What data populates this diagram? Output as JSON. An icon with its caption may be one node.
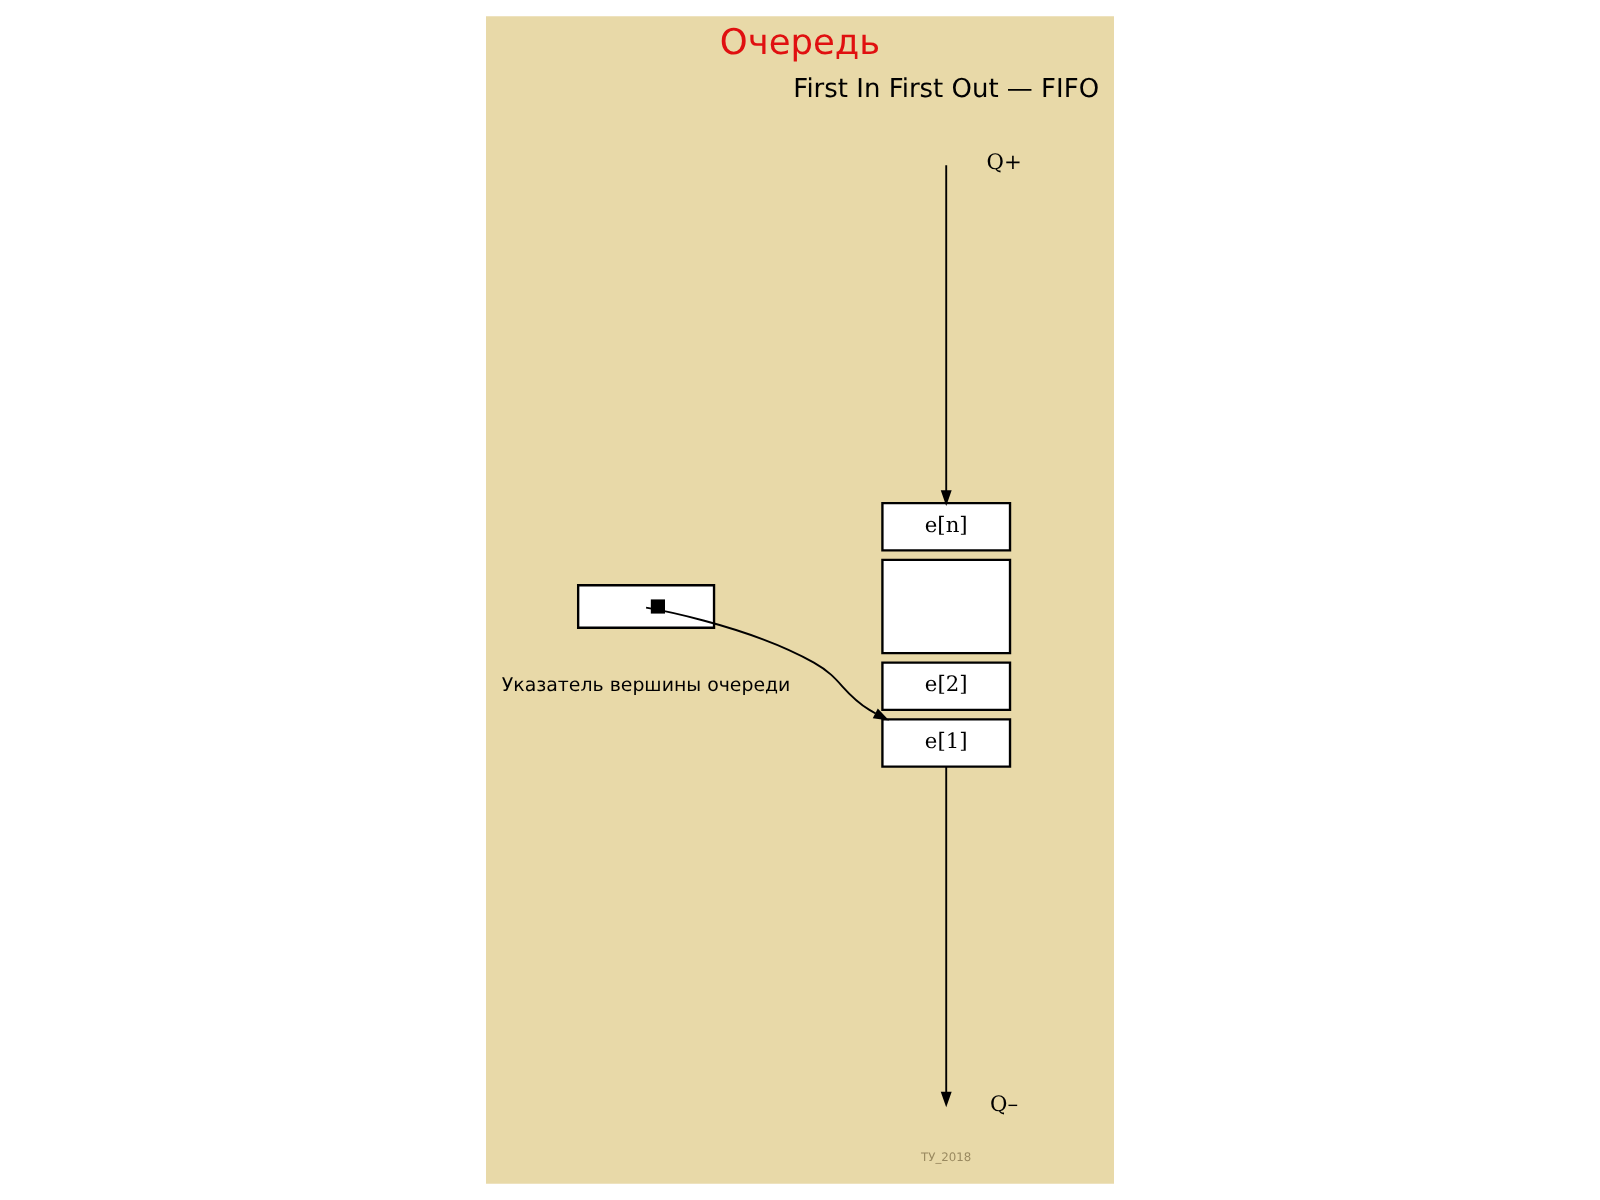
{
  "diagram": {
    "title": "Очередь",
    "nodes": [
      {
        "text": [],
        "shape": "box",
        "beside": [
          "Указатель вершины очереди"
        ]
      },
      {
        "text": [
          "e[n]"
        ]
      },
      {
        "text": [],
        "shape": "box"
      },
      {
        "text": [
          "e[2]"
        ]
      },
      {
        "text": [
          "e[1]"
        ]
      }
    ],
    "edges": [
      {
        "from": 0,
        "to": 4,
        "arrow": "to"
      },
      {
        "from": null,
        "to": 1,
        "arrow": "to"
      },
      {
        "from": 4,
        "to": null,
        "arrow": "to"
      }
    ],
    "labels": [
      "First In First Out — FIFO",
      "Q+",
      "Q–",
      "ТУ_2018"
    ]
  }
}
